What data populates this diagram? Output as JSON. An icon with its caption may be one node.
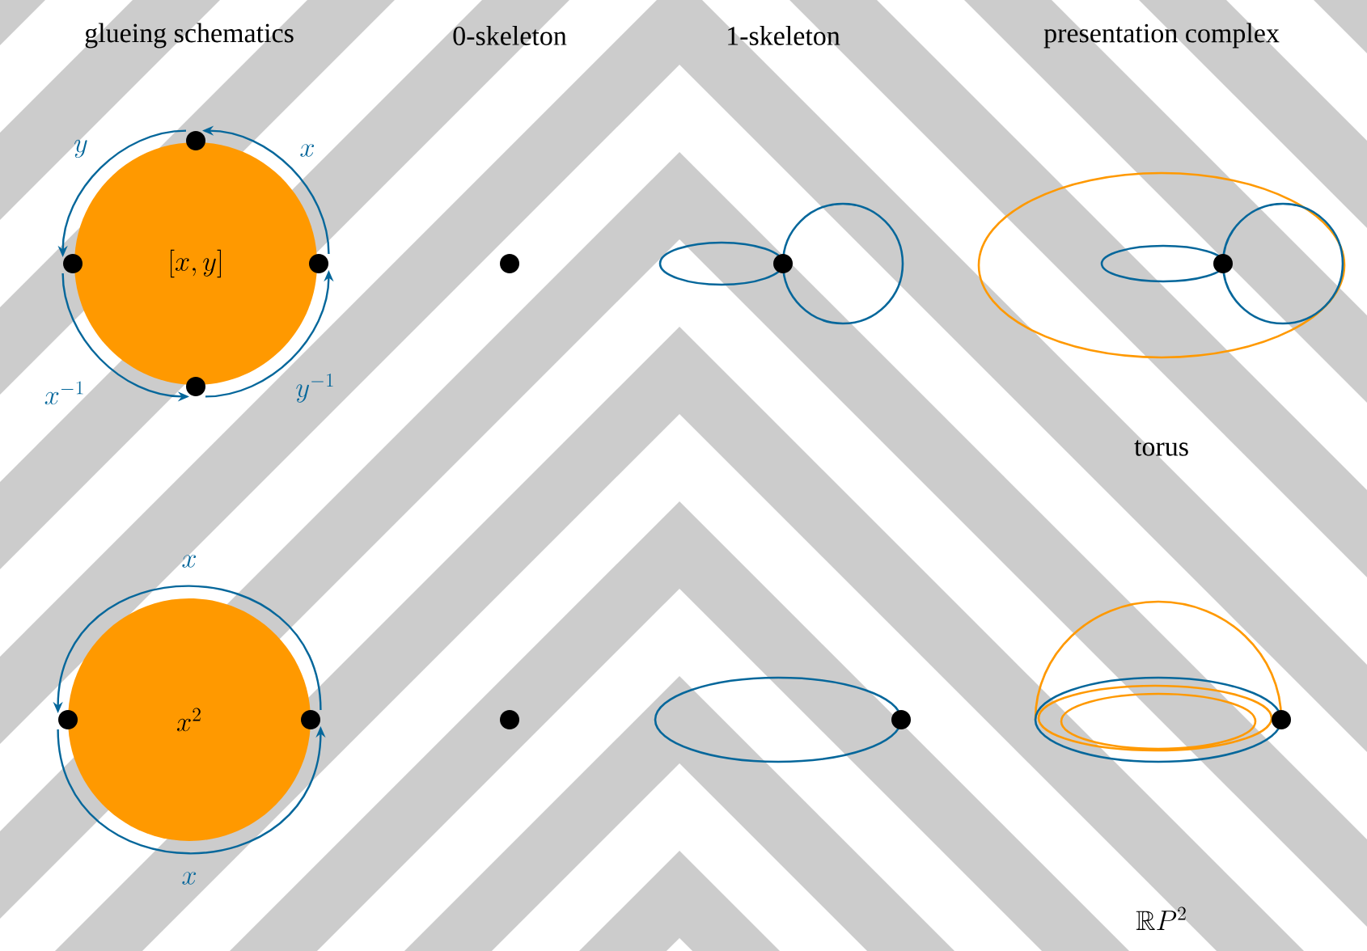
{
  "diagram": {
    "nodes": [
      {
        "text": [
          "[x,y]"
        ]
      },
      {
        "text": [],
        "shape": "circle"
      },
      {
        "text": [],
        "shape": "circle"
      },
      {
        "text": [],
        "shape": "circle"
      },
      {
        "text": [],
        "shape": "circle"
      },
      {
        "text": [
          "x^2"
        ]
      },
      {
        "text": [],
        "shape": "circle"
      },
      {
        "text": [],
        "shape": "circle"
      },
      {
        "text": [],
        "shape": "circle"
      },
      {
        "text": [],
        "shape": "circle"
      }
    ],
    "edges": [
      {
        "from": 3,
        "to": 1,
        "arrow": "to",
        "label": "x"
      },
      {
        "from": 1,
        "to": 2,
        "arrow": "to",
        "label": "y"
      },
      {
        "from": 2,
        "to": 4,
        "arrow": "to",
        "label": "x^{-1}"
      },
      {
        "from": 4,
        "to": 3,
        "arrow": "to",
        "label": "y^{-1}"
      },
      {
        "from": 7,
        "to": 6,
        "arrow": "to",
        "label": "x"
      },
      {
        "from": 6,
        "to": 7,
        "arrow": "to",
        "label": "x"
      }
    ],
    "labels": [
      "glueing schematics",
      "0-skeleton",
      "1-skeleton",
      "presentation complex",
      "torus",
      "\\mathbb{R}P^2"
    ]
  }
}
